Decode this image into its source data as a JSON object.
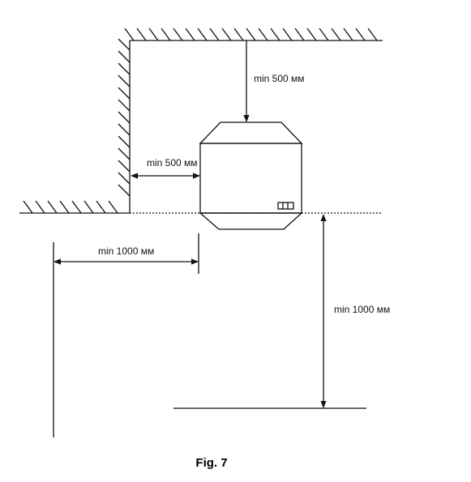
{
  "diagram": {
    "labels": {
      "ceiling_clearance": "min 500 мм",
      "wall_clearance": "min 500 мм",
      "side_clearance": "min 1000 мм",
      "floor_clearance": "min 1000 мм"
    },
    "caption": "Fig. 7",
    "colors": {
      "line": "#111111",
      "background": "#ffffff"
    }
  }
}
